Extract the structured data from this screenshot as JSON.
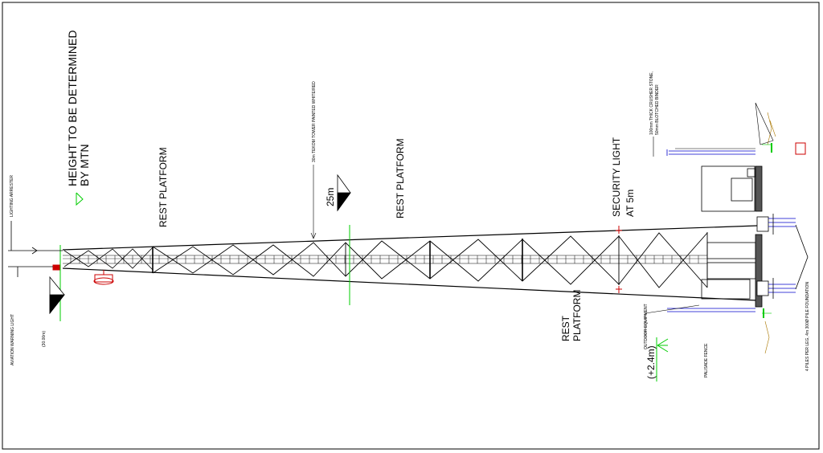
{
  "drawing": {
    "height_note_line1": "HEIGHT TO BE DETERMINED",
    "height_note_line2": "BY MTN",
    "rest_platform_1": "REST PLATFORM",
    "rest_platform_2": "REST PLATFORM",
    "rest_platform_3_line1": "REST",
    "rest_platform_3_line2": "PLATFORM",
    "level_25m": "25m",
    "security_light_line1": "SECURITY LIGHT",
    "security_light_line2": "AT 5m",
    "level_ground": "(+2.4m)",
    "lightning_arrester": "LIGHTING ARRESTER",
    "aviation_light": "AVIATION WARNING LIGHT",
    "top_level": "(30.00m)",
    "tower_note": "30m TEKOM TOWER PAINTED WHITE/RED",
    "crusher_note_line1": "100mm THICK CRUSHER STONE,",
    "crusher_note_line2": "50mm BLOTCHED BINDER",
    "outdoor_equipment": "OUTDOOR EQUIPMENT",
    "palisade_fence": "PALISADE FENCE",
    "pile_foundation": "4 PILES PER LEG, 4m 300Ø PILE FOUNDATION"
  },
  "colors": {
    "level_marker": "#00cc00",
    "aviation_light": "#cc0000",
    "fence": "#0000cc",
    "ground_hatch": "#aa7700"
  }
}
